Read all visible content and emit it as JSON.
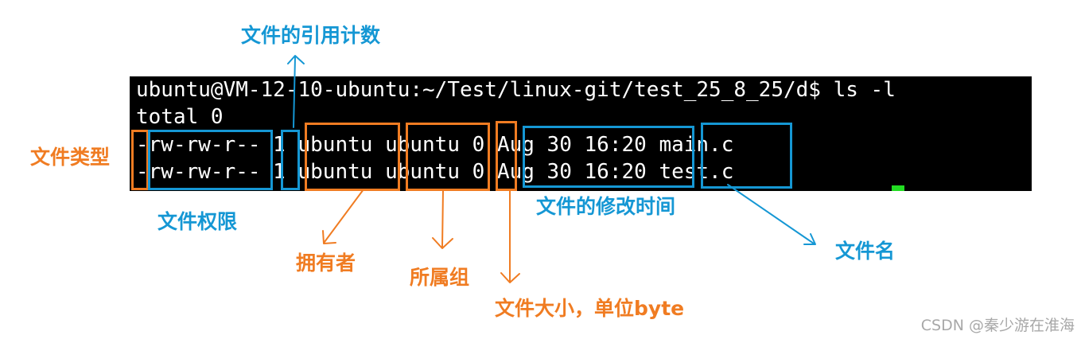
{
  "terminal": {
    "lines": [
      "ubuntu@VM-12-10-ubuntu:~/Test/linux-git/test_25_8_25/d$ ls -l",
      "total 0",
      "-rw-rw-r-- 1 ubuntu ubuntu 0 Aug 30 16:20 main.c",
      "-rw-rw-r-- 1 ubuntu ubuntu 0 Aug 30 16:20 test.c"
    ]
  },
  "annotations": {
    "file_type": "文件类型",
    "permissions": "文件权限",
    "link_count": "文件的引用计数",
    "owner": "拥有者",
    "group": "所属组",
    "size": "文件大小，单位byte",
    "mtime": "文件的修改时间",
    "filename": "文件名"
  },
  "colors": {
    "orange": "#f07c22",
    "blue": "#1597d4",
    "terminal_bg": "#000000",
    "terminal_fg": "#ffffff",
    "cursor": "#22dd22"
  },
  "watermark": "CSDN @秦少游在淮海"
}
